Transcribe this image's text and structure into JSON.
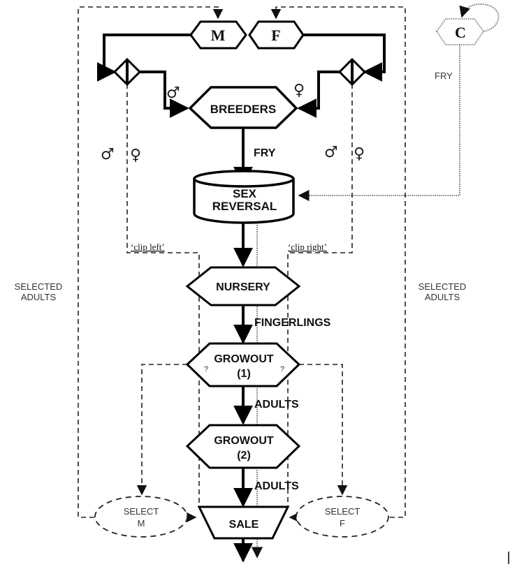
{
  "diagram": {
    "title": "Tilapia breeding program flow diagram",
    "nodes": {
      "m": {
        "label": "M"
      },
      "f": {
        "label": "F"
      },
      "c": {
        "label": "C"
      },
      "breeders": {
        "label": "BREEDERS"
      },
      "sex_reversal": {
        "line1": "SEX",
        "line2": "REVERSAL"
      },
      "nursery": {
        "label": "NURSERY"
      },
      "growout1": {
        "line1": "GROWOUT",
        "line2": "(1)",
        "left_mark": "?",
        "right_mark": "?"
      },
      "growout2": {
        "line1": "GROWOUT",
        "line2": "(2)"
      },
      "sale": {
        "label": "SALE"
      },
      "select_m": {
        "line1": "SELECT",
        "line2": "M"
      },
      "select_f": {
        "line1": "SELECT",
        "line2": "F"
      }
    },
    "flow_labels": {
      "fry_main": "FRY",
      "fry_c": "FRY",
      "fingerlings": "FINGERLINGS",
      "adults1": "ADULTS",
      "adults2": "ADULTS"
    },
    "side_labels": {
      "left_line1": "SELECTED",
      "left_line2": "ADULTS",
      "right_line1": "SELECTED",
      "right_line2": "ADULTS"
    },
    "clip_labels": {
      "left": "‘clip left’",
      "right": "‘clip right’"
    },
    "symbols": {
      "male": "♂",
      "female": "♀"
    }
  }
}
